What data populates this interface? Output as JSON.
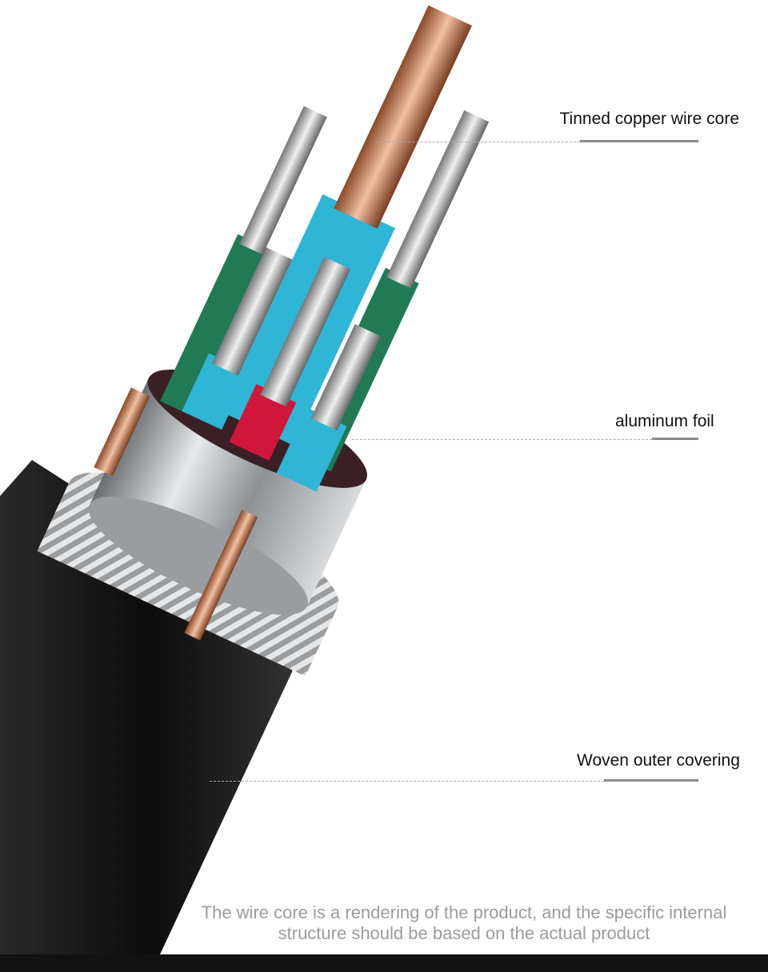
{
  "callouts": [
    {
      "label": "Tinned copper wire core"
    },
    {
      "label": "aluminum foil"
    },
    {
      "label": "Woven outer covering"
    }
  ],
  "disclaimer": {
    "line1": "The wire core is a rendering of the product, and the specific internal",
    "line2": "structure should be based on the actual product"
  },
  "colors": {
    "jacket": "#151515",
    "copper": "#c8825a",
    "blue": "#2fb5d6",
    "green": "#1f7a55",
    "red": "#d0173a",
    "foil": "#b9bcbf"
  }
}
